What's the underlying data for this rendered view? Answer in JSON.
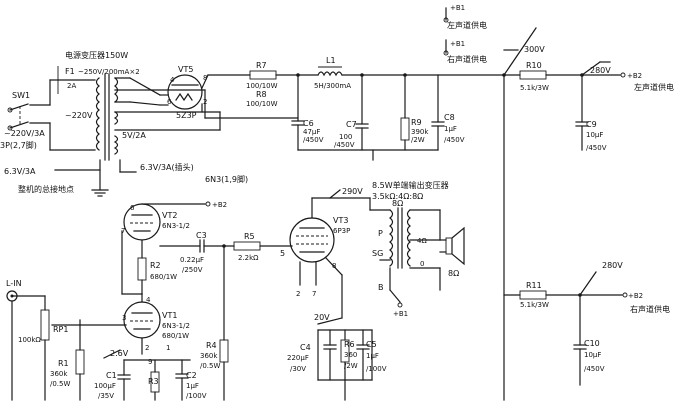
{
  "labels": {
    "b1_top": "+B1",
    "left_supply_top": "左声道供电",
    "b1_mid": "+B1",
    "right_supply_top": "右声道供电",
    "v300": "300V",
    "transformer_title": "电源变压器150W",
    "f1": "F1",
    "f1_val": "~250V/200mA×2",
    "f1_rating": "2A",
    "vt5": "VT5",
    "r7": "R7",
    "r7_val": "100/10W",
    "r8": "R8",
    "r8_val": "100/10W",
    "l1": "L1",
    "l1_val": "5H/300mA",
    "r10": "R10",
    "r10_val": "5.1k/3W",
    "v280_top": "280V",
    "b2_top": "+B2",
    "left_supply_b2": "左声道供电",
    "sw1": "SW1",
    "ac220": "~220V",
    "mains": "~220V/3A",
    "mains_plug": "3P(2,7脚)",
    "pin4": "4",
    "pin6": "6",
    "pin8": "8",
    "pin2": "2",
    "tube_5z3p": "5Z3P",
    "c6": "C6",
    "c6_val1": "47μF",
    "c6_val2": "/450V",
    "c7": "C7",
    "c7_val1": "100",
    "c7_val2": "/450V",
    "r9": "R9",
    "r9_val1": "390k",
    "r9_val2": "/2W",
    "c8": "C8",
    "c8_val1": "1μF",
    "c8_val2": "/450V",
    "c9": "C9",
    "c9_val1": "10μF",
    "c9_val2": "/450V",
    "sec_5v": "5V/2A",
    "sec_63_left": "6.3V/3A",
    "sec_63_plug": "6.3V/3A(插头)",
    "sec_6n3": "6N3(1,9脚)",
    "ground_note": "整机的总接地点",
    "vt2": "VT2",
    "vt2_type": "6N3-1/2",
    "b2_mid": "+B2",
    "pin7": "7",
    "pin6b": "6",
    "c3": "C3",
    "c3_val1": "0.22μF",
    "c3_val2": "/250V",
    "r5": "R5",
    "r5_val": "2.2kΩ",
    "r2": "R2",
    "r2_val": "680/1W",
    "out_transformer": "8.5W单端输出变压器",
    "out_impedance": "3.5kΩ:4Ω:8Ω",
    "v290": "290V",
    "vt3": "VT3",
    "vt3_type": "6P3P",
    "pin5": "5",
    "pin8b": "8",
    "pin2b": "2",
    "pin7b": "7",
    "tap_8": "8Ω",
    "tap_4": "4Ω",
    "tap_0": "0",
    "tap_p": "P",
    "tap_sg": "SG",
    "tap_b": "B",
    "b1_bot": "+B1",
    "speaker": "8Ω",
    "v280_bot": "280V",
    "r11": "R11",
    "r11_val": "5.1k/3W",
    "b2_bot": "+B2",
    "right_supply_b2": "右声道供电",
    "lin": "L-IN",
    "rp1": "RP1",
    "rp1_val": "100kΩ",
    "r1": "R1",
    "r1_val1": "360k",
    "r1_val2": "/0.5W",
    "vt1": "VT1",
    "vt1_type": "6N3-1/2",
    "vt1_r": "680/1W",
    "pin3": "3",
    "pin4b": "4",
    "pin2c": "2",
    "pin1": "1",
    "v26": "2.6V",
    "pin9": "9",
    "c1": "C1",
    "c1_val1": "100μF",
    "c1_val2": "/35V",
    "r3": "R3",
    "c2": "C2",
    "c2_val1": "1μF",
    "c2_val2": "/100V",
    "r4": "R4",
    "r4_val1": "360k",
    "r4_val2": "/0.5W",
    "v20": "20V",
    "c4": "C4",
    "c4_val1": "220μF",
    "c4_val2": "/30V",
    "r6": "R6",
    "r6_val1": "360",
    "r6_val2": "/2W",
    "c5": "C5",
    "c5_val1": "1μF",
    "c5_val2": "/100V",
    "c10": "C10",
    "c10_val1": "10μF",
    "c10_val2": "/450V"
  }
}
